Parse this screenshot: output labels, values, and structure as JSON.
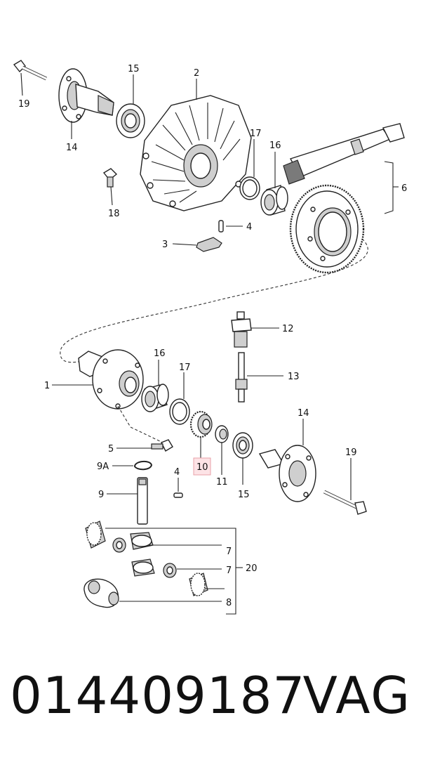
{
  "labels": {
    "l19a": "19",
    "l15a": "15",
    "l2": "2",
    "l14a": "14",
    "l18": "18",
    "l17a": "17",
    "l16a": "16",
    "l6": "6",
    "l4a": "4",
    "l3": "3",
    "l12": "12",
    "l13": "13",
    "l1": "1",
    "l16b": "16",
    "l17b": "17",
    "l14b": "14",
    "l19b": "19",
    "l5": "5",
    "l9a": "9A",
    "l9": "9",
    "l4b": "4",
    "l10": "10",
    "l11": "11",
    "l15b": "15",
    "l7a": "7",
    "l7b": "7",
    "l20": "20",
    "l8": "8"
  },
  "highlighted_part": "10",
  "highlight_color": "#fde3e6",
  "footer": {
    "part_number": "014409187",
    "brand": "VAG"
  }
}
